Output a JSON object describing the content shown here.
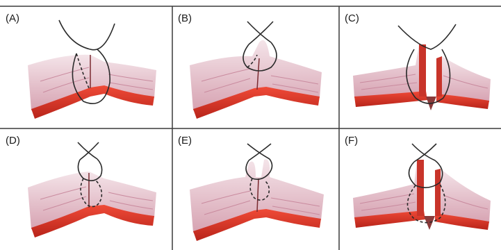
{
  "panels": [
    {
      "label": "(A)",
      "suture": "deep-loop",
      "edges": "flat"
    },
    {
      "label": "(B)",
      "suture": "superficial-loop",
      "edges": "bump"
    },
    {
      "label": "(C)",
      "suture": "deep-loop",
      "edges": "everted"
    },
    {
      "label": "(D)",
      "suture": "figure-eight",
      "edges": "flat"
    },
    {
      "label": "(E)",
      "suture": "figure-eight",
      "edges": "bump"
    },
    {
      "label": "(F)",
      "suture": "figure-eight-deep",
      "edges": "everted"
    }
  ],
  "colors": {
    "skin_light": "#f1dde3",
    "skin_mid": "#dfb3c0",
    "skin_stripe": "#c98a9e",
    "dermis_red": "#e03a2c",
    "dermis_dark": "#a81d16",
    "suture": "#2a2a2a",
    "grid": "#3a3a3a"
  }
}
